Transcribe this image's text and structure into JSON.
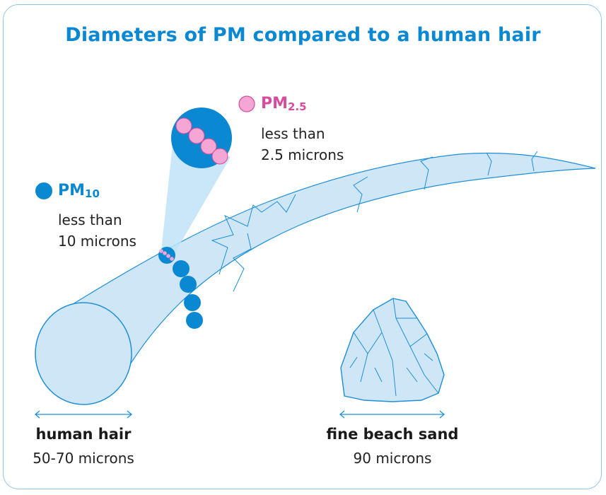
{
  "title": "Diameters of PM compared to a human hair",
  "pm10": {
    "label": "PM",
    "sub": "10",
    "desc_line1": "less than",
    "desc_line2": "10 microns",
    "color": "#0a88d2"
  },
  "pm25": {
    "label": "PM",
    "sub": "2.5",
    "desc_line1": "less than",
    "desc_line2": "2.5 microns",
    "color": "#f4a6d4"
  },
  "hair": {
    "name": "human hair",
    "size": "50-70 microns",
    "fill": "#cfe6f7",
    "stroke": "#1d8fd8"
  },
  "sand": {
    "name": "fine beach sand",
    "size": "90 microns"
  }
}
